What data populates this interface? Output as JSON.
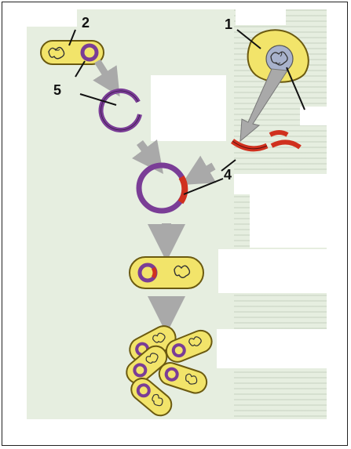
{
  "labels": {
    "n1": "1",
    "n2": "2",
    "n4": "4",
    "n5": "5"
  },
  "colors": {
    "background": "#e6eee0",
    "cell_fill": "#f2e46a",
    "cell_outline": "#6b5a10",
    "plasmid": "#7a3d96",
    "insert_dna": "#d0301e",
    "arrow": "#a9a9a9",
    "nucleus": "#a8b2cc"
  }
}
